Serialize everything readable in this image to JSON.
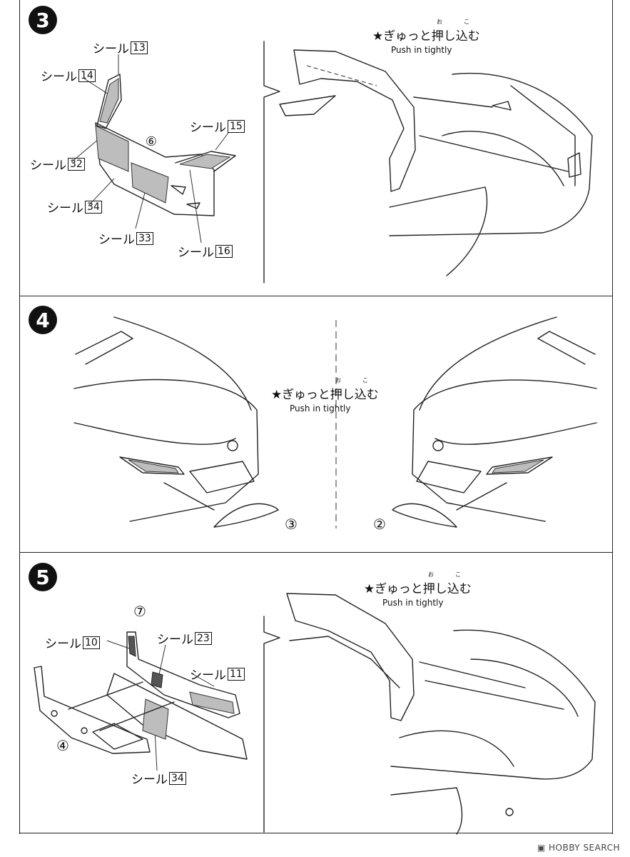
{
  "steps": [
    {
      "number": "3",
      "push_text": "★ぎゅっと押し込む",
      "ruby_1": "お",
      "ruby_2": "こ",
      "push_en": "Push in tightly",
      "seal_word": "シール",
      "seals": [
        "13",
        "14",
        "15",
        "32",
        "34",
        "33",
        "16"
      ],
      "part_number": "⑥"
    },
    {
      "number": "4",
      "push_text": "★ぎゅっと押し込む",
      "ruby_1": "お",
      "ruby_2": "こ",
      "push_en": "Push in tightly",
      "part_left": "③",
      "part_right": "②"
    },
    {
      "number": "5",
      "push_text": "★ぎゅっと押し込む",
      "ruby_1": "お",
      "ruby_2": "こ",
      "push_en": "Push in tightly",
      "seal_word": "シール",
      "seals": [
        "10",
        "23",
        "11",
        "34"
      ],
      "part_top": "⑦",
      "part_left": "④"
    }
  ],
  "watermark": "HOBBY SEARCH",
  "colors": {
    "line": "#222222",
    "decal_fill": "#bdbdbd",
    "background": "#ffffff"
  }
}
